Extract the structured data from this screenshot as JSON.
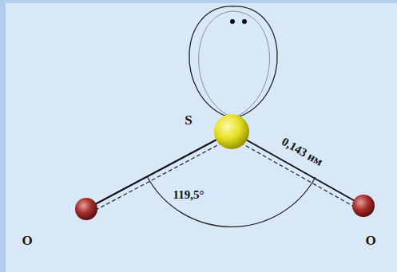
{
  "diagram": {
    "labels": [
      "S",
      "0,143 нм",
      "119,5°",
      "O",
      "O"
    ]
  }
}
